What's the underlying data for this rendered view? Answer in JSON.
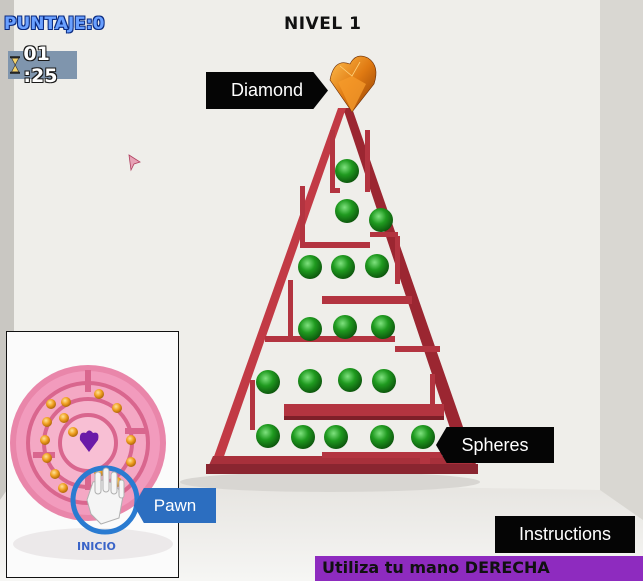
{
  "hud": {
    "score_label": "PUNTAJE:0",
    "timer": "01 :25",
    "level": "NIVEL 1",
    "timer_icon": "hourglass-icon"
  },
  "callouts": {
    "diamond": "Diamond",
    "spheres": "Spheres",
    "pawn": "Pawn",
    "instructions": "Instructions"
  },
  "inset": {
    "start_label": "INICIO"
  },
  "hint": "Utiliza tu mano DERECHA",
  "colors": {
    "maze": "#b0303c",
    "sphere": "#1f9a1f",
    "diamond": "#e0851a",
    "hint_bar": "#8e2bbf",
    "pawn_callout": "#2c6ec0"
  }
}
